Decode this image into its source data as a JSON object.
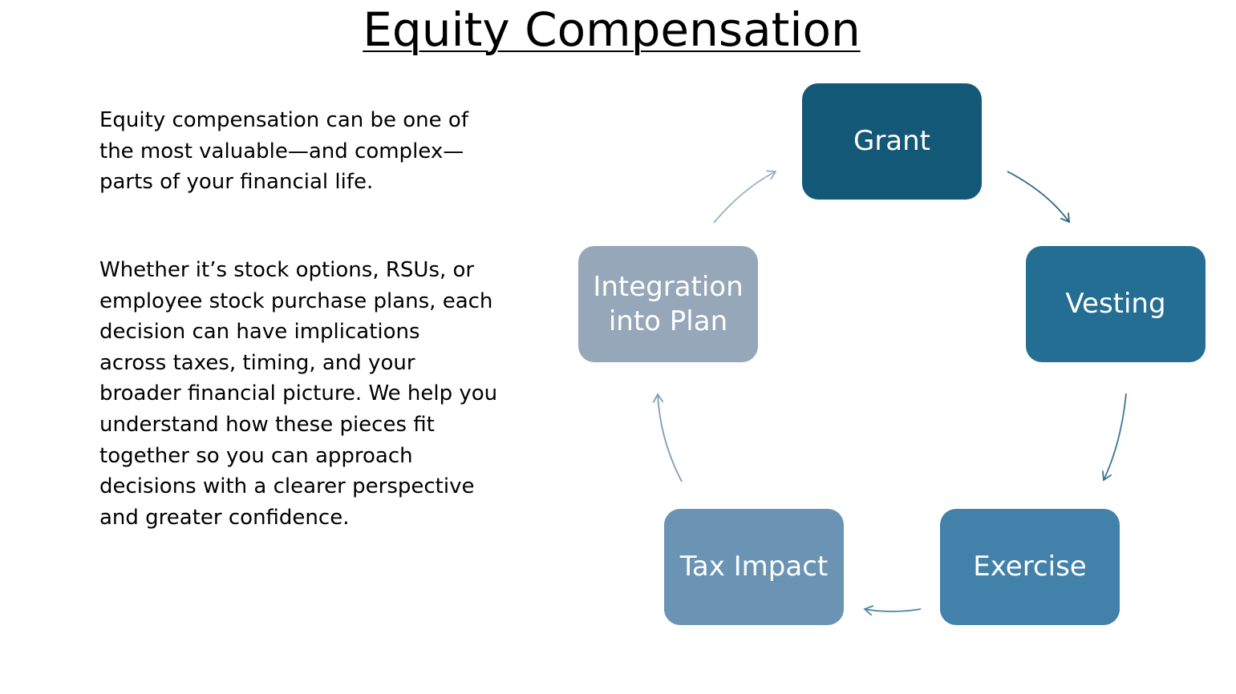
{
  "title": "Equity Compensation",
  "intro_paragraph": "Equity compensation can be one of\nthe most valuable—and complex—\nparts of your financial life.",
  "detail_paragraph": "Whether it’s stock options, RSUs, or\nemployee stock purchase plans, each\ndecision can have implications\nacross taxes, timing, and your\nbroader financial picture. We help you\nunderstand how these pieces fit\ntogether so you can approach\ndecisions with a clearer perspective\nand greater confidence.",
  "cycle": {
    "nodes": [
      {
        "label": "Grant",
        "color": "#145877"
      },
      {
        "label": "Vesting",
        "color": "#246E94"
      },
      {
        "label": "Exercise",
        "color": "#4282AA"
      },
      {
        "label": "Tax Impact",
        "color": "#6A93B4"
      },
      {
        "label": "Integration\ninto Plan",
        "color": "#95A7B8"
      }
    ],
    "arrow_colors": [
      "#2B6686",
      "#3A7698",
      "#4A85A8",
      "#7D9CB7",
      "#9AAFC2"
    ]
  }
}
